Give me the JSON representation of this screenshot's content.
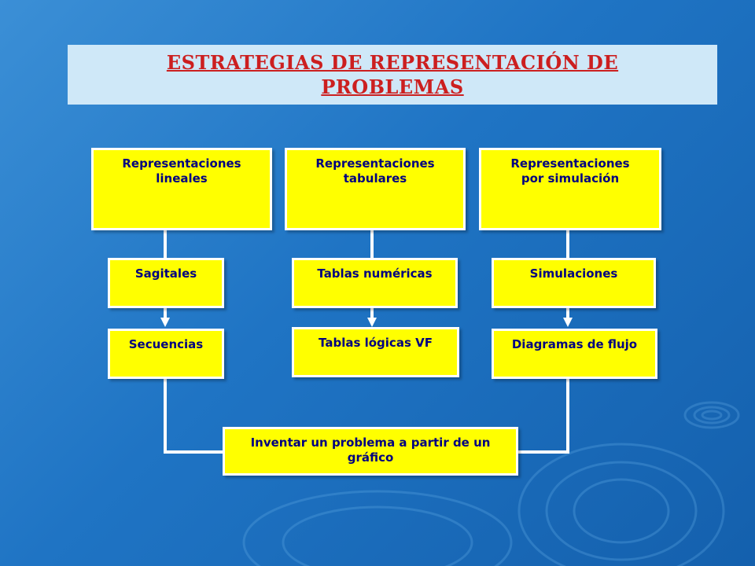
{
  "title": "ESTRATEGIAS DE REPRESENTACIÓN DE PROBLEMAS",
  "columns": [
    {
      "header": "Representaciones lineales",
      "item1": "Sagitales",
      "item2": "Secuencias"
    },
    {
      "header": "Representaciones tabulares",
      "item1": "Tablas numéricas",
      "item2": "Tablas lógicas VF"
    },
    {
      "header": "Representaciones por simulación",
      "item1": "Simulaciones",
      "item2": "Diagramas de flujo"
    }
  ],
  "bottom": "Inventar un problema a partir de un gráfico",
  "colors": {
    "box_fill": "#ffff00",
    "box_text": "#000080",
    "title_text": "#cc1f1f",
    "title_bg": "#cfe8f8",
    "background": "#1f74c4"
  }
}
